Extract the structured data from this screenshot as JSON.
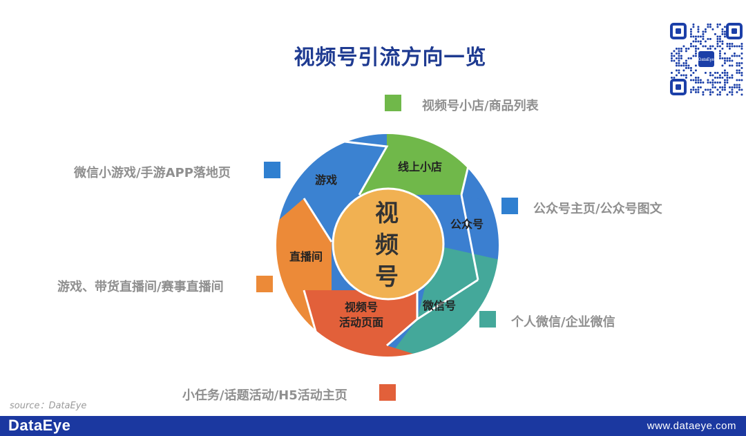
{
  "title": "视频号引流方向一览",
  "center_label": [
    "视",
    "频",
    "号"
  ],
  "segments": [
    {
      "label": "线上小店",
      "color": "#70b84a"
    },
    {
      "label": "公众号",
      "color": "#3b7fd0"
    },
    {
      "label": "微信号",
      "color": "#44a89a"
    },
    {
      "label": "视频号",
      "label2": "活动页面",
      "color": "#e2603a"
    },
    {
      "label": "直播间",
      "color": "#ec8a38"
    },
    {
      "label": "游戏",
      "color": "#3b82d1"
    }
  ],
  "legend": [
    {
      "text": "视频号小店/商品列表",
      "color": "#70b84a"
    },
    {
      "text": "微信小游戏/手游APP落地页",
      "color": "#2f7fd0"
    },
    {
      "text": "公众号主页/公众号图文",
      "color": "#2f7fd0"
    },
    {
      "text": "游戏、带货直播间/赛事直播间",
      "color": "#ec8a38"
    },
    {
      "text": "个人微信/企业微信",
      "color": "#44a89a"
    },
    {
      "text": "小任务/话题活动/H5活动主页",
      "color": "#e2603a"
    }
  ],
  "qr_logo_text": "DataEye",
  "source": "source：DataEye",
  "footer": {
    "brand": "DataEye",
    "url": "www.dataeye.com"
  },
  "colors": {
    "title": "#1f3b91",
    "footer": "#1b38a0",
    "center": "#f1b152",
    "ring_base": "#3b7fd0"
  }
}
